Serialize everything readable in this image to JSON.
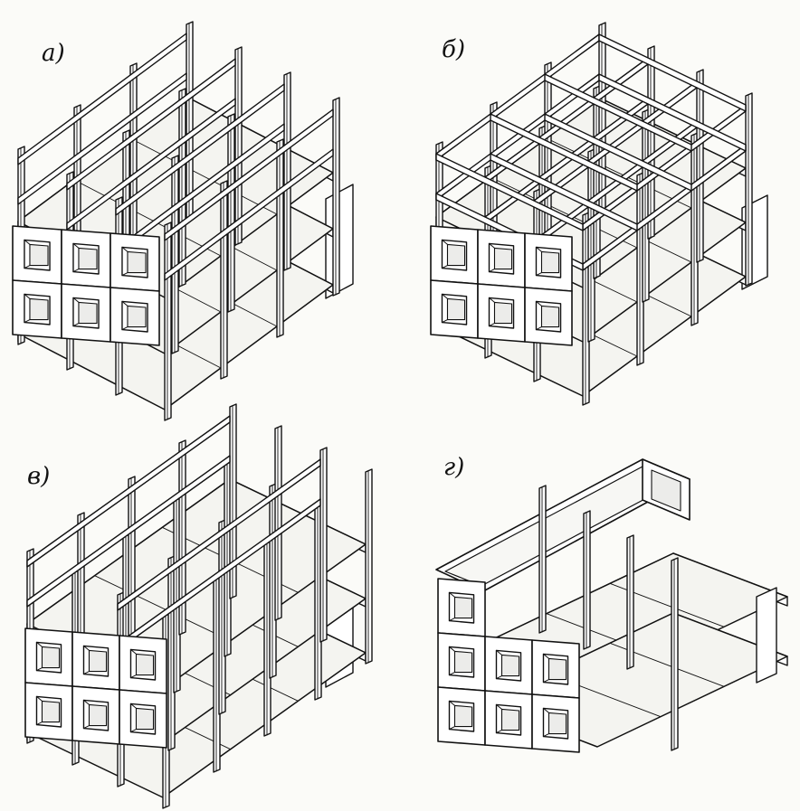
{
  "labels": {
    "a": "а)",
    "b": "б)",
    "v": "в)",
    "g": "г)"
  },
  "colors": {
    "ink": "#111111",
    "paper": "#ffffff",
    "floor": "#f4f4f0"
  }
}
